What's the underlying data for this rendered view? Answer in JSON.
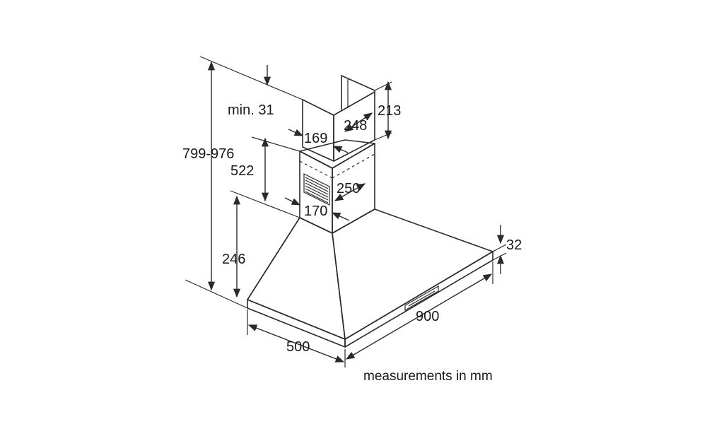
{
  "diagram": {
    "dimensions": {
      "total_height": "799-976",
      "min_top": "min. 31",
      "upper_chimney_depth": "169",
      "upper_chimney_width": "248",
      "upper_chimney_height": "213",
      "lower_chimney_height": "522",
      "lower_chimney_width": "250",
      "lower_chimney_depth": "170",
      "canopy_height": "246",
      "hood_edge_thickness": "32",
      "hood_width": "900",
      "hood_depth": "500"
    },
    "caption": "measurements in mm"
  }
}
